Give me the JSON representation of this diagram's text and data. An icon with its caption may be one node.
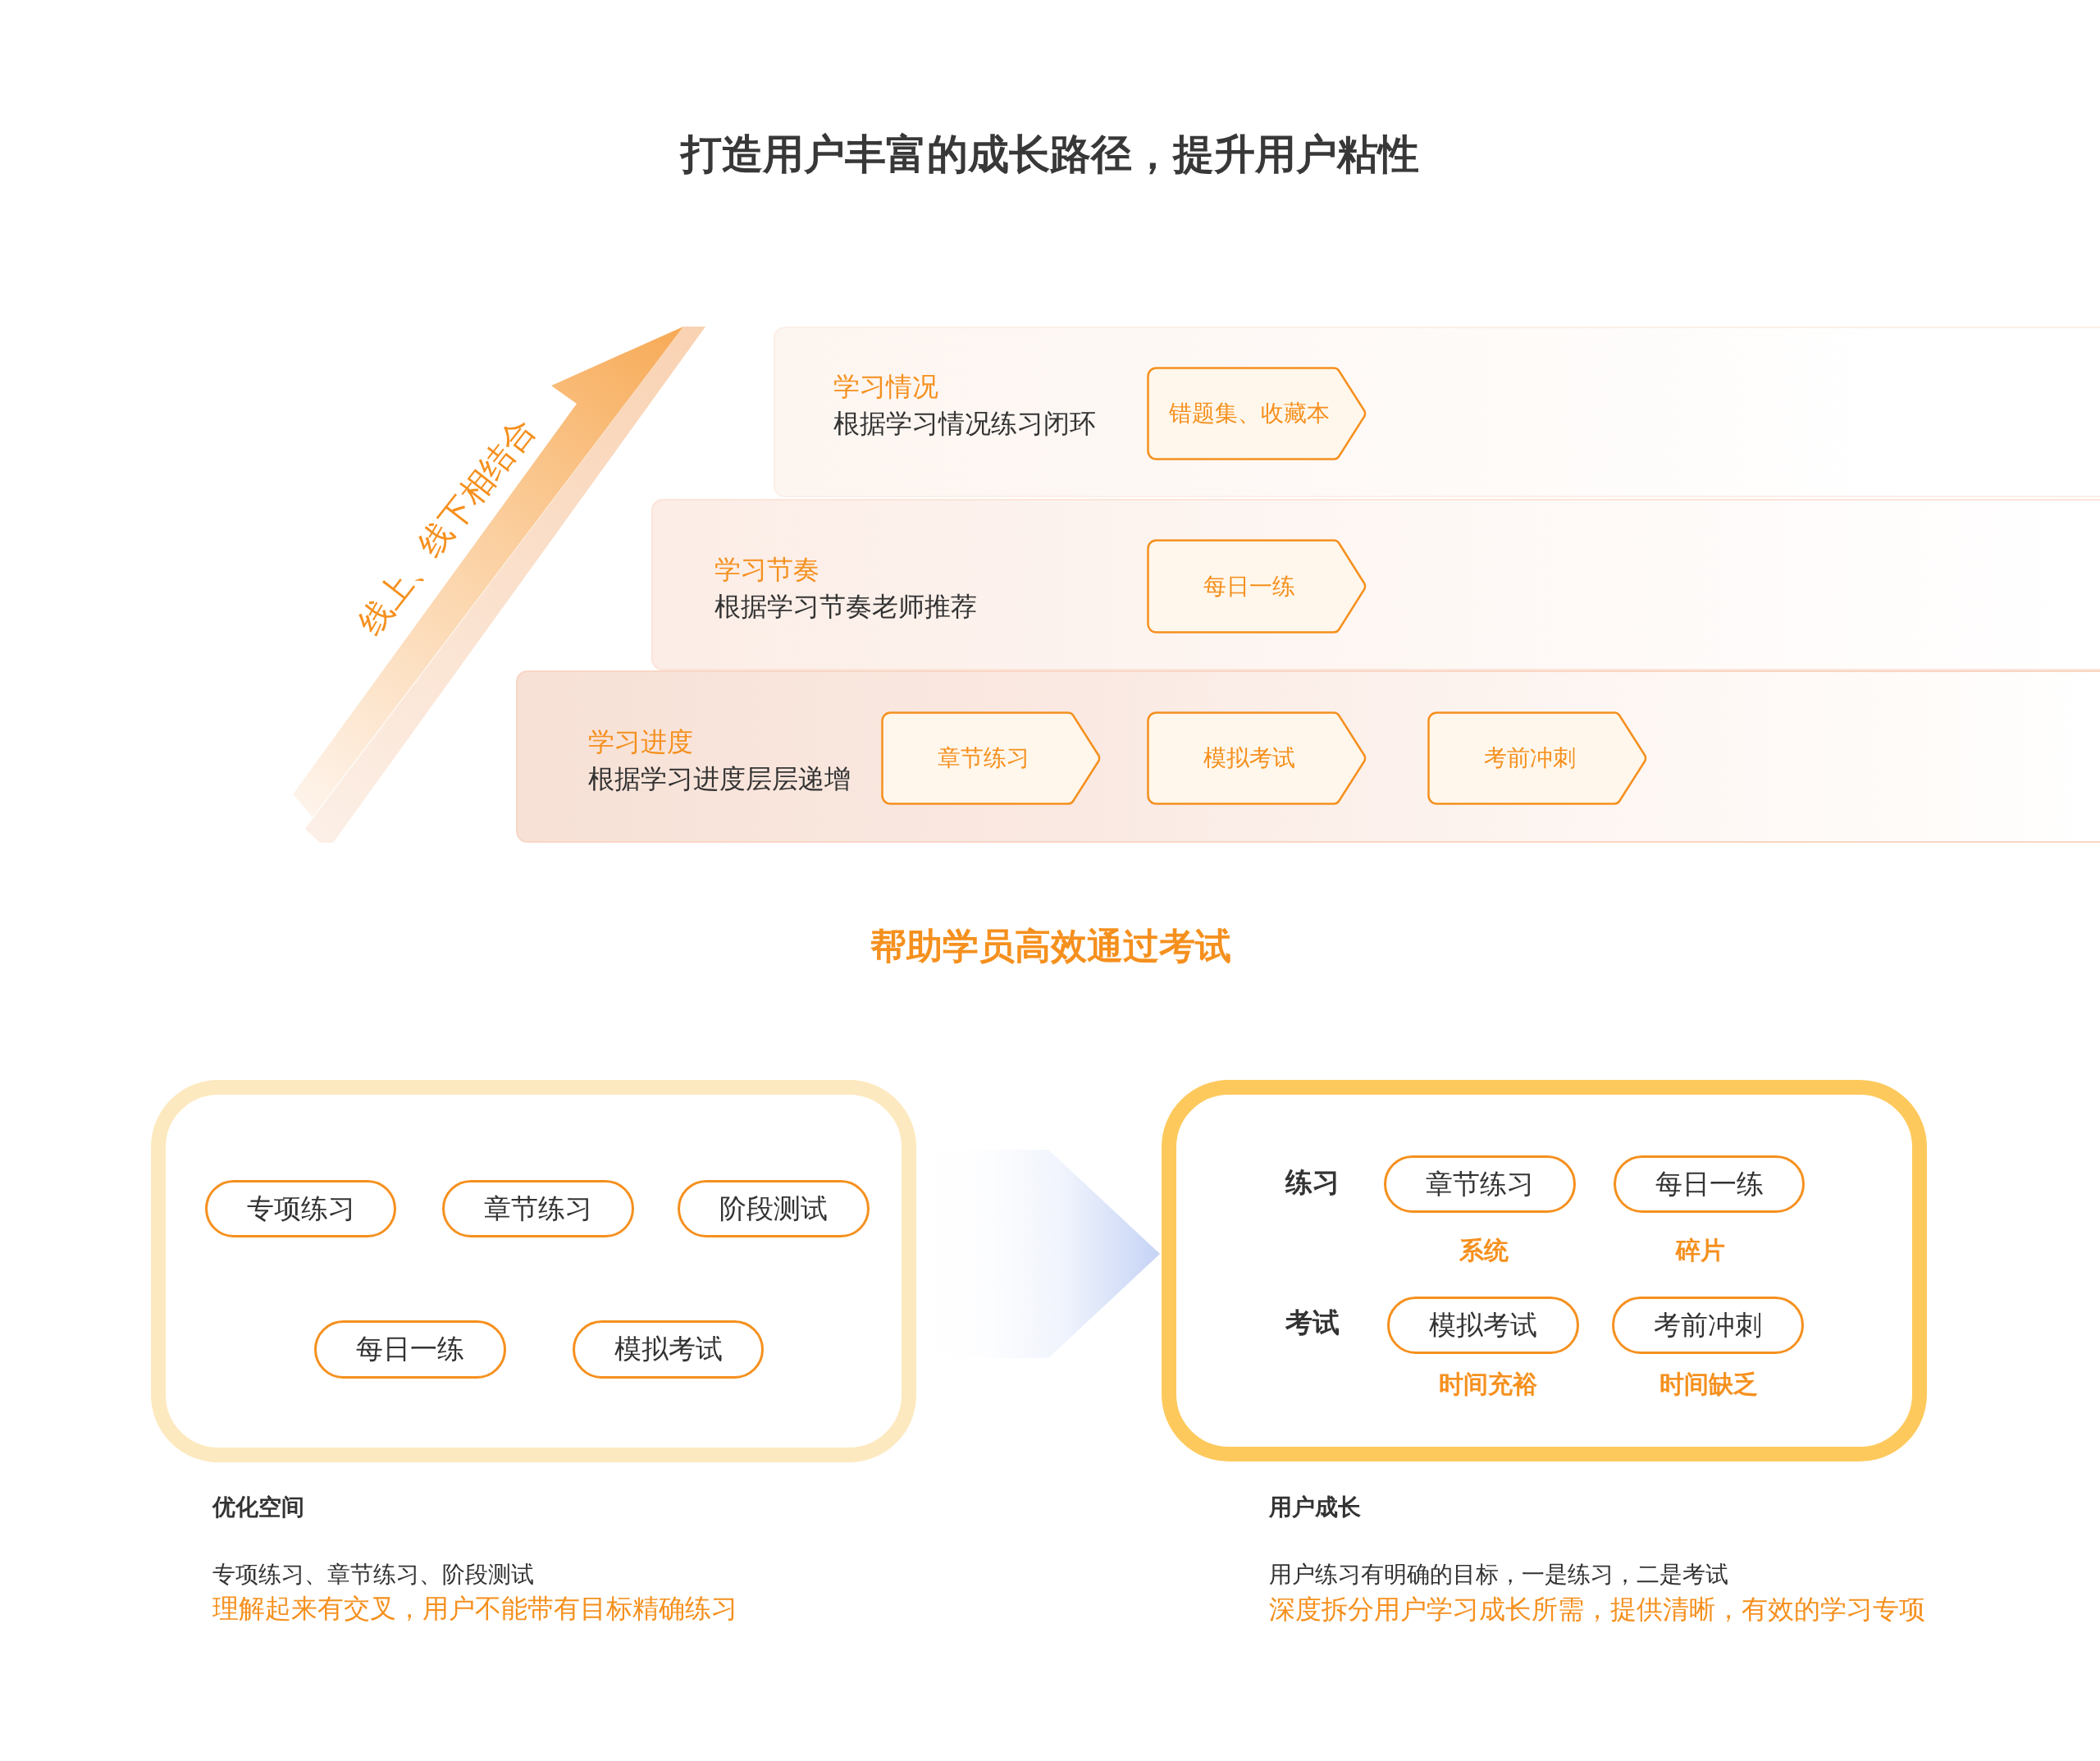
{
  "diagram": {
    "title": "打造用户丰富的成长路径，提升用户粘性",
    "nodes": [
      {
        "text": [
          "学习情况",
          "根据学习情况练习闭环"
        ]
      },
      {
        "text": [
          "错题集、收藏本"
        ],
        "in": 0
      },
      {
        "text": [
          "学习节奏",
          "根据学习节奏老师推荐"
        ]
      },
      {
        "text": [
          "每日一练"
        ],
        "in": 2
      },
      {
        "text": [
          "学习进度",
          "根据学习进度层层递增"
        ]
      },
      {
        "text": [
          "章节练习"
        ],
        "in": 4
      },
      {
        "text": [
          "模拟考试"
        ],
        "in": 4
      },
      {
        "text": [
          "考前冲刺"
        ],
        "in": 4
      },
      {
        "text": [
          "优化空间"
        ],
        "beside": [
          "专项练习、章节练习、阶段测试",
          "理解起来有交叉，用户不能带有目标精确练习"
        ]
      },
      {
        "text": [
          "专项练习"
        ],
        "in": 8
      },
      {
        "text": [
          "章节练习"
        ],
        "in": 8
      },
      {
        "text": [
          "阶段测试"
        ],
        "in": 8
      },
      {
        "text": [
          "每日一练"
        ],
        "in": 8
      },
      {
        "text": [
          "模拟考试"
        ],
        "in": 8
      },
      {
        "text": [
          "用户成长"
        ],
        "beside": [
          "用户练习有明确的目标，一是练习，二是考试",
          "深度拆分用户学习成长所需，提供清晰，有效的学习专项"
        ]
      },
      {
        "text": [
          "章节练习"
        ],
        "in": 14,
        "beside": [
          "系统"
        ]
      },
      {
        "text": [
          "每日一练"
        ],
        "in": 14,
        "beside": [
          "碎片"
        ]
      },
      {
        "text": [
          "模拟考试"
        ],
        "in": 14,
        "beside": [
          "时间充裕"
        ]
      },
      {
        "text": [
          "考前冲刺"
        ],
        "in": 14,
        "beside": [
          "时间缺乏"
        ]
      }
    ],
    "edges": [
      {
        "from": 8,
        "to": 14,
        "arrow": "to"
      }
    ],
    "labels": [
      "线上、线下相结合",
      "帮助学员高效通过考试",
      "练习",
      "考试"
    ]
  }
}
